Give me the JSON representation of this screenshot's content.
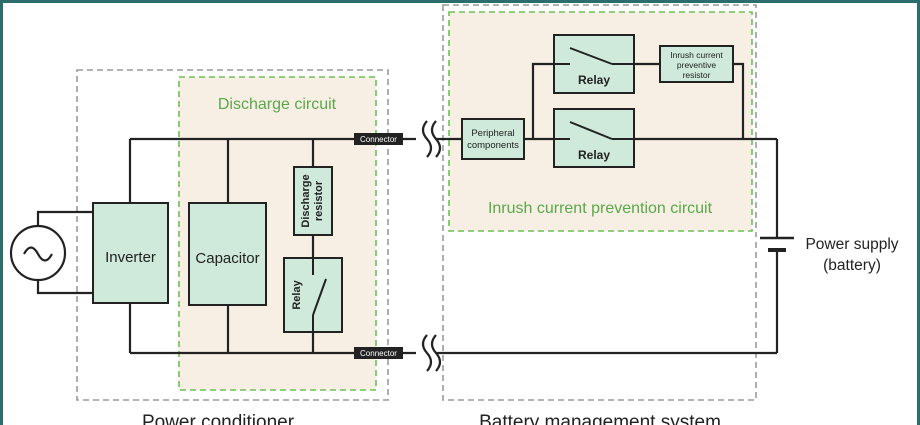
{
  "colors": {
    "frame": "#2b6d6b",
    "component_fill": "#cfe9da",
    "region_fill": "#f7efe4",
    "discharge_border": "#6cc055",
    "gray_border": "#9a9a9a",
    "green_text": "#5aa84a",
    "wire": "#222222"
  },
  "power_conditioner": {
    "label": "Power conditioner",
    "inverter": "Inverter",
    "capacitor": "Capacitor",
    "discharge_circuit": {
      "label": "Discharge circuit",
      "resistor_line1": "Discharge",
      "resistor_line2": "resistor",
      "relay": "Relay"
    },
    "ac_source_icon": "ac-source-icon"
  },
  "connectors": {
    "top": "Connector",
    "bottom": "Connector"
  },
  "battery_management_system": {
    "label": "Battery management system",
    "inrush_circuit": {
      "label": "Inrush current prevention circuit",
      "relay_top": "Relay",
      "relay_bottom": "Relay",
      "resistor_line1": "Inrush current",
      "resistor_line2": "preventive",
      "resistor_line3": "resistor",
      "peripheral_line1": "Peripheral",
      "peripheral_line2": "components"
    }
  },
  "power_supply": {
    "line1": "Power supply",
    "line2": "(battery)",
    "battery_icon": "battery-icon"
  }
}
